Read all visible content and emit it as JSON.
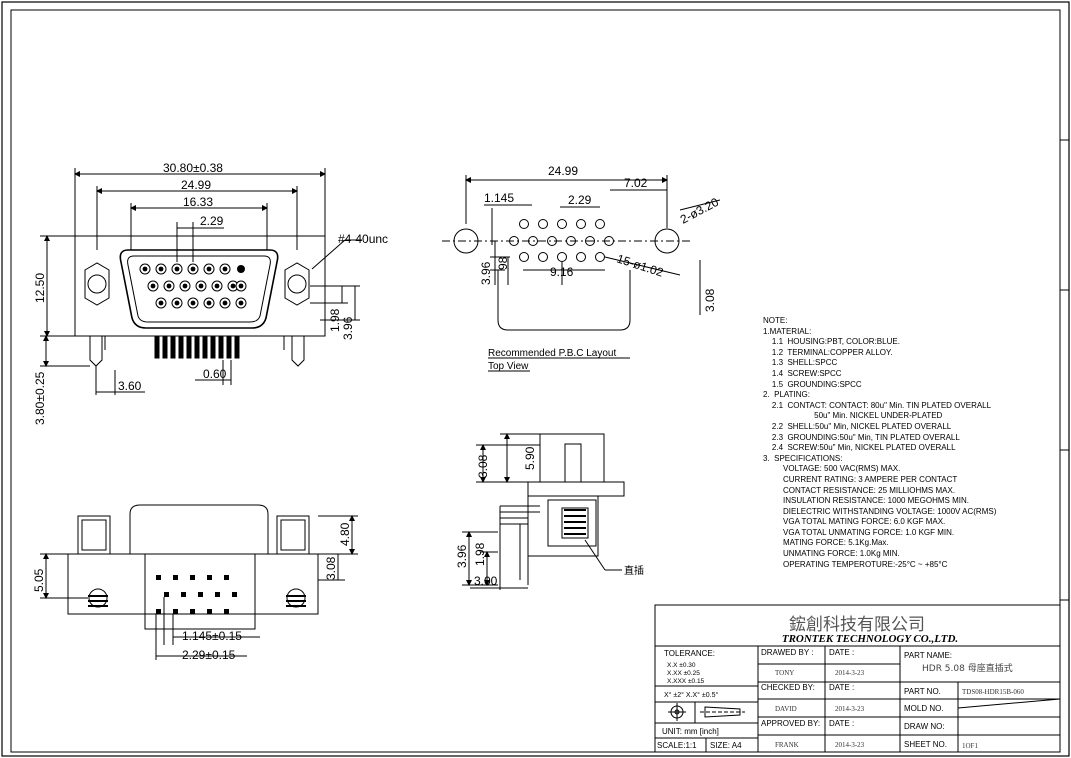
{
  "front_view": {
    "dim_overall": "30.80±0.38",
    "dim_mount": "24.99",
    "dim_shell": "16.33",
    "dim_pitch": "2.29",
    "dim_height": "12.50",
    "thread": "#4-40unc",
    "dim_198": "1.98",
    "dim_396": "3.96",
    "dim_360": "3.60",
    "dim_060": "0.60",
    "dim_380": "3.80±0.25"
  },
  "pcb_layout": {
    "dim_overall": "24.99",
    "dim_702": "7.02",
    "dim_1145": "1.145",
    "dim_229": "2.29",
    "dim_hole_big": "2-ø3.20",
    "dim_396": "3.96",
    "dim_98": "98",
    "dim_916": "9.16",
    "dim_hole_small": "15-ø1.02",
    "dim_308": "3.08",
    "caption_1": "Recommended P.B.C Layout",
    "caption_2": "Top View"
  },
  "side_view": {
    "dim_308": "3.08",
    "dim_590": "5.90",
    "dim_396": "3.96",
    "dim_198": "1.98",
    "dim_300": "3.00",
    "label_straight": "直插"
  },
  "bottom_view": {
    "dim_480": "4.80",
    "dim_308": "3.08",
    "dim_505": "5.05",
    "dim_1145": "1.145±0.15",
    "dim_229": "2.29±0.15"
  },
  "notes": [
    "NOTE:",
    "1.MATERIAL:",
    "    1.1  HOUSING:PBT, COLOR:BLUE.",
    "    1.2  TERMINAL:COPPER ALLOY.",
    "    1.3  SHELL:SPCC",
    "    1.4  SCREW:SPCC",
    "    1.5  GROUNDING:SPCC",
    "2.  PLATING:",
    "    2.1  CONTACT: CONTACT: 80u\" Min. TIN PLATED OVERALL",
    "                       50u\" Min. NICKEL UNDER-PLATED",
    "    2.2  SHELL:50u\" Min, NICKEL PLATED OVERALL",
    "    2.3  GROUNDING:50u\" Min, TIN PLATED OVERALL",
    "    2.4  SCREW:50u\" Min, NICKEL PLATED OVERALL",
    "3.  SPECIFICATIONS:",
    "         VOLTAGE: 500 VAC(RMS) MAX.",
    "         CURRENT RATING: 3 AMPERE PER CONTACT",
    "         CONTACT RESISTANCE: 25 MILLIOHMS MAX.",
    "         INSULATION RESISTANCE: 1000 MEGOHMS MIN.",
    "         DIELECTRIC WITHSTANDING VOLTAGE: 1000V AC(RMS)",
    "         VGA TOTAL MATING FORCE: 6.0 KGF MAX.",
    "         VGA TOTAL UNMATING FORCE: 1.0 KGF MIN.",
    "         MATING FORCE: 5.1Kg.Max.",
    "         UNMATING FORCE: 1.0Kg MIN.",
    "         OPERATING TEMPEROTURE:-25°C ~ +85°C"
  ],
  "title_block": {
    "company_cn": "鋐創科技有限公司",
    "company_en": "TRONTEK TECHNOLOGY CO.,LTD.",
    "tolerance_label": "TOLERANCE:",
    "tol_1": "X.X    ±0.30",
    "tol_2": "X.XX   ±0.25",
    "tol_3": "X.XXX  ±0.15",
    "tol_angle": "X° ±2°     X.X° ±0.5°",
    "unit": "UNIT:  mm  [inch]",
    "scale": "SCALE:1:1",
    "size": "SIZE:  A4",
    "drawn_by_label": "DRAWED  BY :",
    "drawn_by": "TONY",
    "checked_by_label": "CHECKED  BY:",
    "checked_by": "DAVID",
    "approved_by_label": "APPROVED  BY:",
    "approved_by": "FRANK",
    "date_label": "DATE :",
    "date_1": "2014-3-23",
    "date_2": "2014-3-23",
    "date_3": "2014-3-23",
    "part_name_label": "PART  NAME:",
    "part_name": "HDR 5.08 母座直插式",
    "part_no_label": "PART  NO.",
    "part_no": "TDS08-HDR15B-060",
    "mold_no_label": "MOLD  NO.",
    "draw_no_label": "DRAW  NO:",
    "sheet_no_label": "SHEET  NO.",
    "sheet_no": "1OF1"
  }
}
